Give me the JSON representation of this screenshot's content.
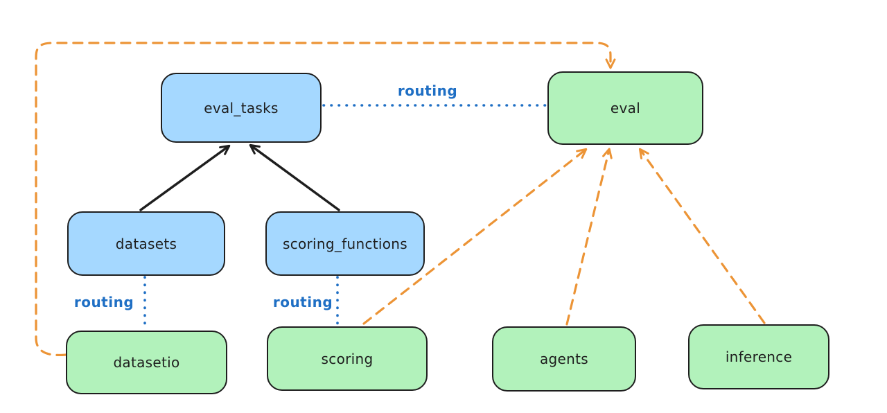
{
  "diagram": {
    "type": "flow-diagram",
    "style": "hand-drawn-excalidraw",
    "background": "#ffffff"
  },
  "colors": {
    "node_stroke": "#1e1e1e",
    "blue_node_fill": "#a5d8ff",
    "green_node_fill": "#b2f2bb",
    "routing_line_blue": "#1f6fc4",
    "dashed_orange": "#ec9436",
    "solid_arrow_black": "#1e1e1e"
  },
  "nodes": [
    {
      "id": "eval_tasks",
      "label": "eval_tasks",
      "fill": "blue"
    },
    {
      "id": "eval",
      "label": "eval",
      "fill": "green"
    },
    {
      "id": "datasets",
      "label": "datasets",
      "fill": "blue"
    },
    {
      "id": "scoring_functions",
      "label": "scoring_functions",
      "fill": "blue"
    },
    {
      "id": "datasetio",
      "label": "datasetio",
      "fill": "green"
    },
    {
      "id": "scoring",
      "label": "scoring",
      "fill": "green"
    },
    {
      "id": "agents",
      "label": "agents",
      "fill": "green"
    },
    {
      "id": "inference",
      "label": "inference",
      "fill": "green"
    }
  ],
  "edges": [
    {
      "from": "datasets",
      "to": "eval_tasks",
      "style": "solid-black-arrow",
      "label": ""
    },
    {
      "from": "scoring_functions",
      "to": "eval_tasks",
      "style": "solid-black-arrow",
      "label": ""
    },
    {
      "from": "eval_tasks",
      "to": "eval",
      "style": "dotted-blue",
      "label": "routing"
    },
    {
      "from": "datasets",
      "to": "datasetio",
      "style": "dotted-blue",
      "label": "routing"
    },
    {
      "from": "scoring_functions",
      "to": "scoring",
      "style": "dotted-blue",
      "label": "routing"
    },
    {
      "from": "datasetio",
      "to": "eval",
      "style": "dashed-orange-arrow",
      "label": ""
    },
    {
      "from": "scoring",
      "to": "eval",
      "style": "dashed-orange-arrow",
      "label": ""
    },
    {
      "from": "agents",
      "to": "eval",
      "style": "dashed-orange-arrow",
      "label": ""
    },
    {
      "from": "inference",
      "to": "eval",
      "style": "dashed-orange-arrow",
      "label": ""
    }
  ],
  "edge_labels": {
    "routing_top": "routing",
    "routing_datasets": "routing",
    "routing_scoring": "routing"
  }
}
